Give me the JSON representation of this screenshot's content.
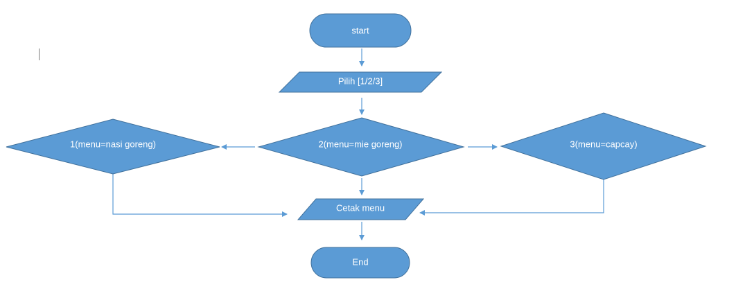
{
  "colors": {
    "shape_fill": "#5b9bd5",
    "shape_stroke": "#41719c",
    "connector": "#5b9bd5",
    "label_text": "#ffffff",
    "background": "#ffffff"
  },
  "nodes": {
    "start": {
      "shape": "terminator",
      "label": "start"
    },
    "input": {
      "shape": "parallelogram",
      "label": "Pilih [1/2/3]"
    },
    "decision_1": {
      "shape": "diamond",
      "label": "1(menu=nasi goreng)"
    },
    "decision_2": {
      "shape": "diamond",
      "label": "2(menu=mie goreng)"
    },
    "decision_3": {
      "shape": "diamond",
      "label": "3(menu=capcay)"
    },
    "output": {
      "shape": "parallelogram",
      "label": "Cetak menu"
    },
    "end": {
      "shape": "terminator",
      "label": "End"
    }
  },
  "edges": [
    {
      "from": "start",
      "to": "input"
    },
    {
      "from": "input",
      "to": "decision_2"
    },
    {
      "from": "decision_2",
      "to": "decision_1"
    },
    {
      "from": "decision_2",
      "to": "decision_3"
    },
    {
      "from": "decision_2",
      "to": "output"
    },
    {
      "from": "decision_1",
      "to": "output"
    },
    {
      "from": "decision_3",
      "to": "output"
    },
    {
      "from": "output",
      "to": "end"
    }
  ]
}
